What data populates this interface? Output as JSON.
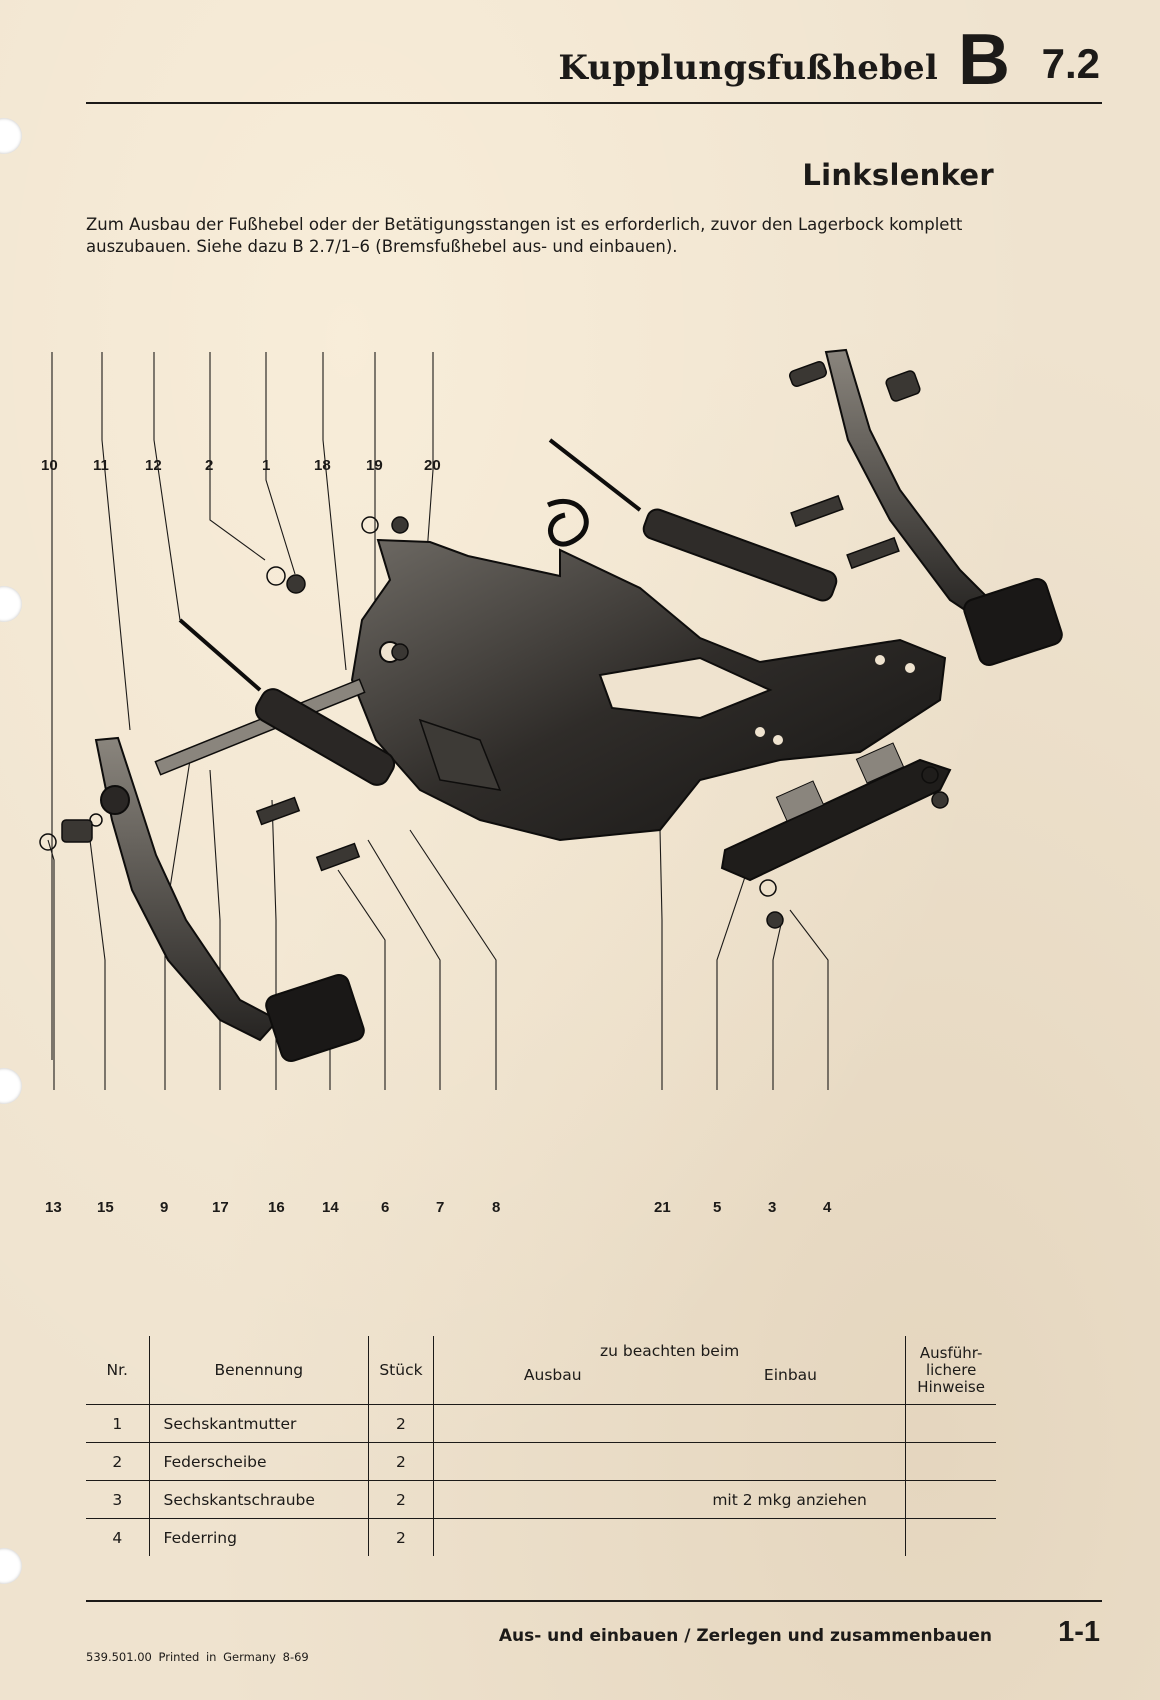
{
  "header": {
    "title": "Kupplungsfußhebel",
    "section_letter": "B",
    "section_number": "7.2"
  },
  "subtitle": "Linkslenker",
  "intro": "Zum Ausbau der Fußhebel oder der Betätigungsstangen ist es erforderlich, zuvor den Lagerbock komplett auszubauen. Siehe dazu B 2.7/1–6 (Bremsfußhebel aus- und einbauen).",
  "diagram": {
    "callouts_top": [
      "10",
      "11",
      "12",
      "2",
      "1",
      "18",
      "19",
      "20"
    ],
    "callouts_bottom": [
      "13",
      "15",
      "9",
      "17",
      "16",
      "14",
      "6",
      "7",
      "8",
      "21",
      "5",
      "3",
      "4"
    ]
  },
  "table": {
    "headers": {
      "nr": "Nr.",
      "name": "Benennung",
      "qty": "Stück",
      "notes": "zu beachten beim",
      "ausbau": "Ausbau",
      "einbau": "Einbau",
      "hints": "Ausführ-lichere Hinweise"
    },
    "rows": [
      {
        "nr": "1",
        "name": "Sechskantmutter",
        "qty": "2",
        "einbau": ""
      },
      {
        "nr": "2",
        "name": "Federscheibe",
        "qty": "2",
        "einbau": ""
      },
      {
        "nr": "3",
        "name": "Sechskantschraube",
        "qty": "2",
        "einbau": "mit 2 mkg anziehen"
      },
      {
        "nr": "4",
        "name": "Federring",
        "qty": "2",
        "einbau": ""
      }
    ]
  },
  "footer": {
    "title": "Aus- und einbauen / Zerlegen und zusammenbauen",
    "page": "1-1",
    "print_info": "539.501.00 Printed in Germany 8-69"
  }
}
